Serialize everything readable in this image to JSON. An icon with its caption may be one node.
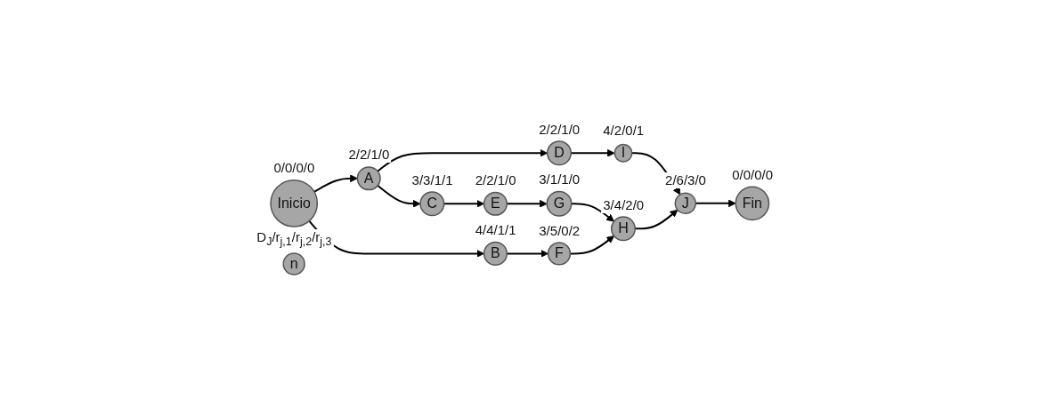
{
  "diagram": {
    "nodes": [
      {
        "text": [
          "Inicio"
        ],
        "beside": [
          "0/0/0/0"
        ]
      },
      {
        "text": [
          "A"
        ],
        "beside": [
          "2/2/1/0"
        ]
      },
      {
        "text": [
          "B"
        ],
        "beside": [
          "4/4/1/1"
        ]
      },
      {
        "text": [
          "D"
        ],
        "beside": [
          "2/2/1/0"
        ]
      },
      {
        "text": [
          "C"
        ],
        "beside": [
          "3/3/1/1"
        ]
      },
      {
        "text": [
          "E"
        ],
        "beside": [
          "2/2/1/0"
        ]
      },
      {
        "text": [
          "F"
        ],
        "beside": [
          "3/5/0/2"
        ]
      },
      {
        "text": [
          "G"
        ],
        "beside": [
          "3/1/1/0"
        ]
      },
      {
        "text": [
          "H"
        ],
        "beside": [
          "3/4/2/0"
        ]
      },
      {
        "text": [
          "I"
        ],
        "beside": [
          "4/2/0/1"
        ]
      },
      {
        "text": [
          "J"
        ],
        "beside": [
          "2/6/3/0"
        ]
      },
      {
        "text": [
          "Fin"
        ],
        "beside": [
          "0/0/0/0"
        ]
      },
      {
        "text": [
          "n"
        ],
        "beside": [
          "D$_{J}$/r$_{j,1}$/r$_{j,2}$/r$_{j,3}$"
        ]
      }
    ],
    "edges": [
      {
        "from": 0,
        "to": 1,
        "arrow": "to"
      },
      {
        "from": 0,
        "to": 2,
        "arrow": "to"
      },
      {
        "from": 1,
        "to": 3,
        "arrow": "to"
      },
      {
        "from": 1,
        "to": 4,
        "arrow": "to"
      },
      {
        "from": 4,
        "to": 5,
        "arrow": "to"
      },
      {
        "from": 5,
        "to": 7,
        "arrow": "to"
      },
      {
        "from": 7,
        "to": 8,
        "arrow": "to"
      },
      {
        "from": 3,
        "to": 9,
        "arrow": "to"
      },
      {
        "from": 9,
        "to": 10,
        "arrow": "to"
      },
      {
        "from": 8,
        "to": 10,
        "arrow": "to"
      },
      {
        "from": 10,
        "to": 11,
        "arrow": "to"
      },
      {
        "from": 2,
        "to": 6,
        "arrow": "to"
      },
      {
        "from": 6,
        "to": 8,
        "arrow": "to"
      }
    ]
  }
}
